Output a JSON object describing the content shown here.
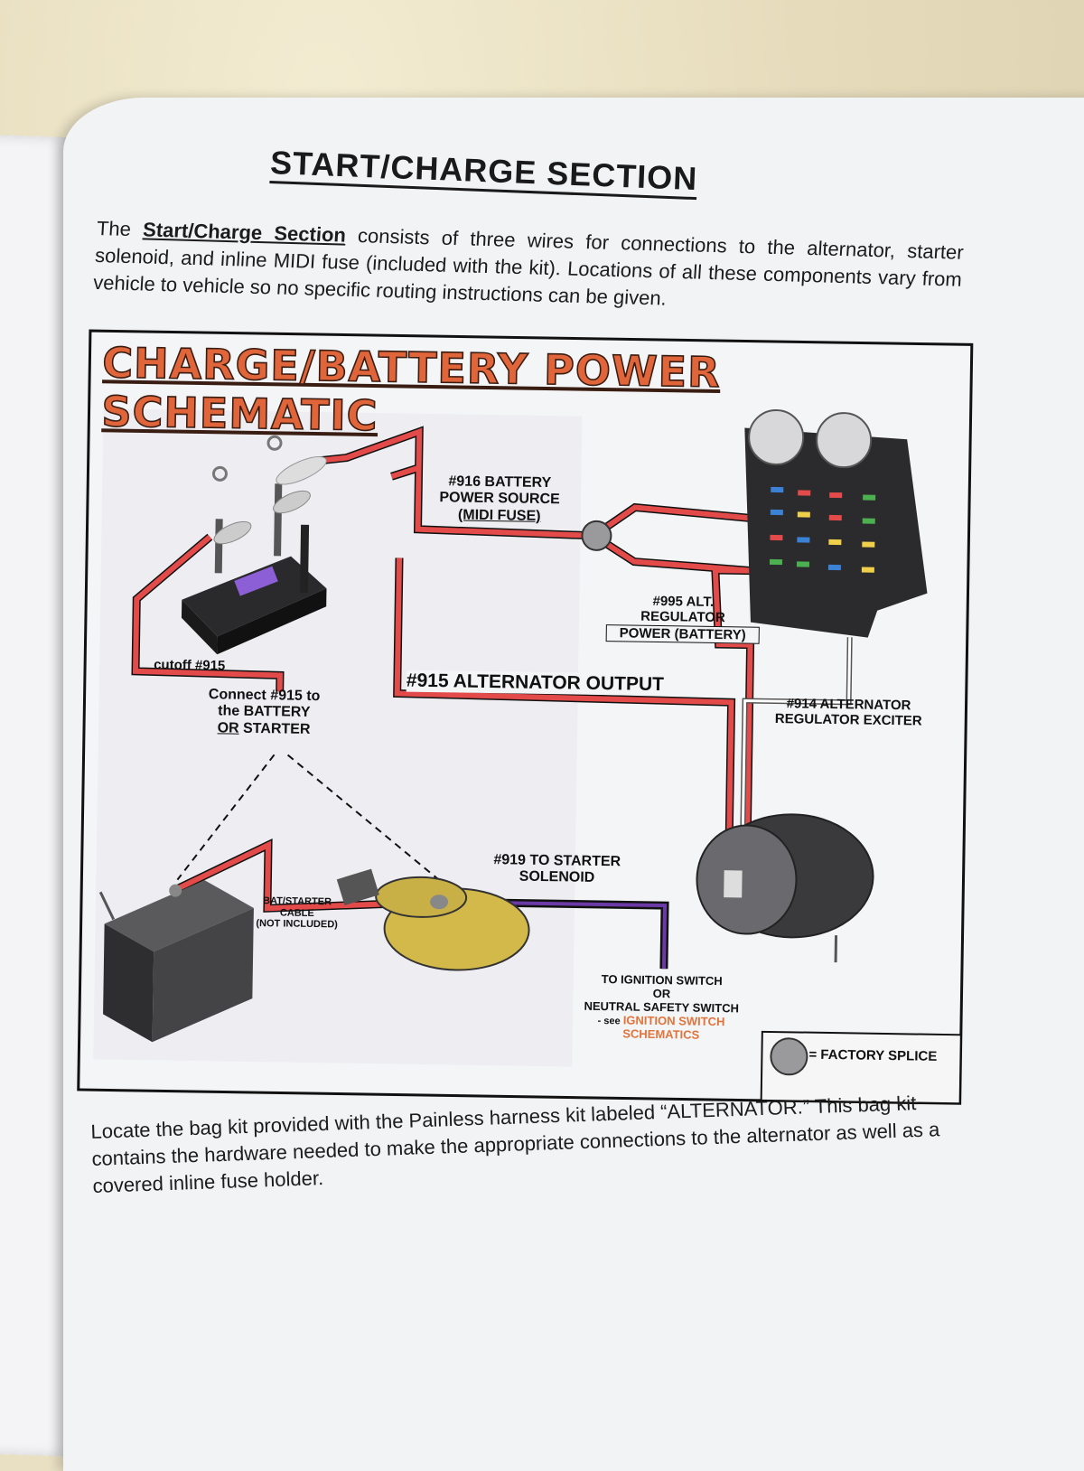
{
  "page": {
    "heading": "START/CHARGE SECTION",
    "intro_lead": "Start/Charge Section",
    "intro_pre": "The ",
    "intro_rest": " consists of three wires for connections to the alternator, starter solenoid, and inline MIDI fuse (included with the kit). Locations of all these components vary from vehicle to vehicle so no specific routing instructions can be given.",
    "outro": "Locate the bag kit provided with the Painless harness kit labeled “ALTERNATOR.” This bag kit contains the hardware needed to make the appropriate connections to the alternator as well as a covered inline fuse holder."
  },
  "diagram": {
    "title": "CHARGE/BATTERY POWER SCHEMATIC",
    "labels": {
      "battery_power_source": [
        "#916 BATTERY",
        "POWER SOURCE",
        "(MIDI FUSE)"
      ],
      "alt_regulator_power": [
        "#995 ALT.",
        "REGULATOR",
        "POWER (BATTERY)"
      ],
      "cutoff": "cutoff #915",
      "alternator_output": "#915 ALTERNATOR OUTPUT",
      "connect_915": [
        "Connect #915 to",
        "the BATTERY"
      ],
      "or_word": "OR",
      "starter_word": " STARTER",
      "regulator_exciter": [
        "#914 ALTERNATOR",
        "REGULATOR EXCITER"
      ],
      "to_starter_solenoid": [
        "#919 TO STARTER",
        "SOLENOID"
      ],
      "bat_starter_cable": [
        "BAT/STARTER",
        "CABLE",
        "(NOT INCLUDED)"
      ],
      "ignition_switch": [
        "TO IGNITION SWITCH",
        "OR",
        "NEUTRAL SAFETY SWITCH"
      ],
      "see_prefix": "- see ",
      "see_ignition": "IGNITION SWITCH",
      "see_schematics": "SCHEMATICS",
      "legend_splice": "= FACTORY SPLICE"
    },
    "colors": {
      "red_wire": "#e34a4a",
      "purple_wire": "#6b3aa6",
      "white_wire": "#ffffff",
      "title_orange": "#e0653a",
      "splice_gray": "#9a9a9c"
    }
  }
}
